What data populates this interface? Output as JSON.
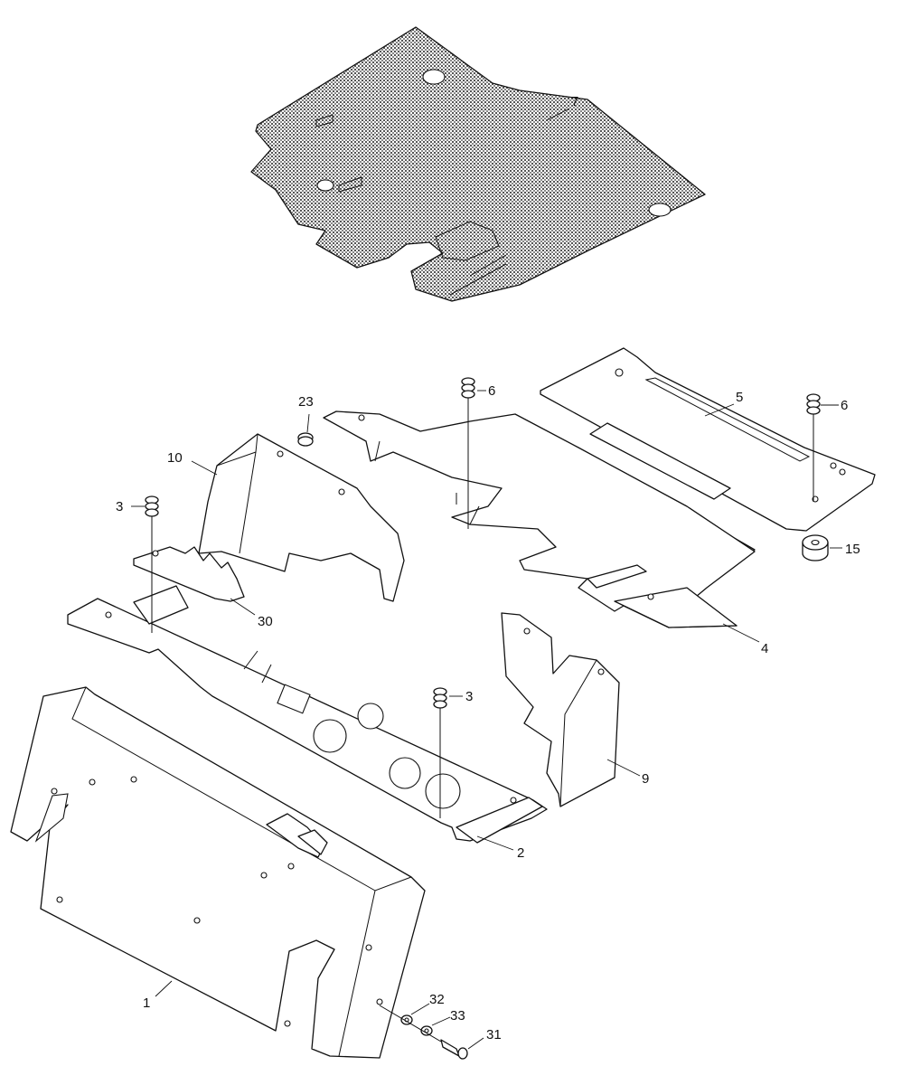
{
  "colors": {
    "line": "#111111",
    "background": "#ffffff",
    "mat": "#b8b8b8"
  },
  "callouts": {
    "c1": "1",
    "c2": "2",
    "c3a": "3",
    "c3b": "3",
    "c4": "4",
    "c5": "5",
    "c6a": "6",
    "c6b": "6",
    "c7": "7",
    "c9": "9",
    "c10": "10",
    "c15": "15",
    "c23": "23",
    "c30": "30",
    "c31": "31",
    "c32": "32",
    "c33": "33"
  }
}
